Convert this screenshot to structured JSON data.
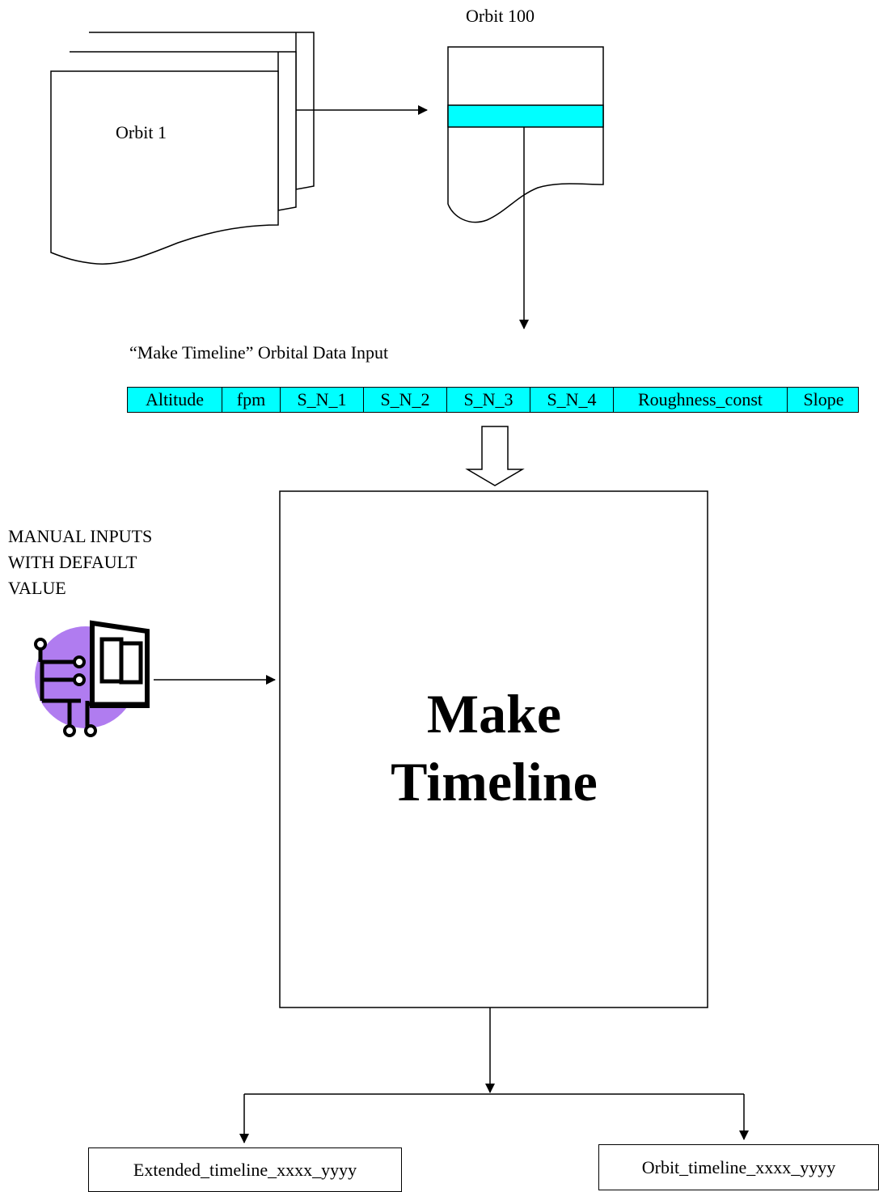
{
  "orbit_stack": {
    "label": "Orbit 1"
  },
  "orbit_file": {
    "label": "Orbit 100",
    "highlight_color": "#00ffff"
  },
  "orbital_input": {
    "title": "“Make Timeline” Orbital Data Input",
    "fields": [
      "Altitude",
      "fpm",
      "S_N_1",
      "S_N_2",
      "S_N_3",
      "S_N_4",
      "Roughness_const",
      "Slope"
    ],
    "fill_color": "#00ffff"
  },
  "manual_inputs": {
    "lines": [
      "MANUAL INPUTS",
      "WITH DEFAULT",
      "VALUE"
    ],
    "icon": "computer-user-icon",
    "icon_color": "#b07cf0"
  },
  "process": {
    "title_line1": "Make",
    "title_line2": "Timeline"
  },
  "outputs": {
    "extended": "Extended_timeline_xxxx_yyyy",
    "orbit": "Orbit_timeline_xxxx_yyyy"
  }
}
